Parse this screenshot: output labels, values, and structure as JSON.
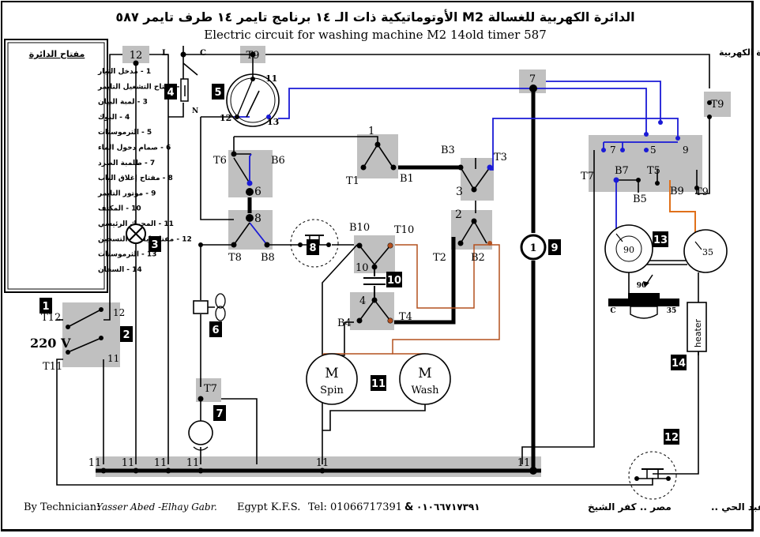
{
  "title_ar": "الدائرة الكهربية للغسالة M2 الأوتوماتيكية ذات الـ ١٤ برنامج تايمر ١٤ طرف تايمر ٥٨٧",
  "title_en": "Electric circuit for washing machine M2 14old timer 587",
  "exclusive_ar": "حصريا لصفحة : صيانة الغسالة الاتوماتيك ومعظم الأجهزة الكهربية",
  "legend": {
    "title": "مفتاح الدائرة",
    "items": [
      "1 - مدخل التيار",
      "2 - مفتاح التشغيل التايمر",
      "3 - لمبة البيان",
      "4 - البوك",
      "5 - الترموستات",
      "6 - صمام دخول الماء",
      "7 - طلمبة الطرد",
      "8 - مفتاح إغلاق الباب",
      "9 - موتور التايمر",
      "10 - المكثف",
      "11 - المحرك الرئيسي",
      "12 - مفتاح إيقاف التسخين",
      "13 - الثرموستات",
      "14 - السخان"
    ]
  },
  "labels": {
    "L": "L",
    "C": "C",
    "N": "N",
    "T9": "T9",
    "T6": "T6",
    "B6": "B6",
    "T8": "T8",
    "B8": "B8",
    "T1": "T1",
    "B1": "B1",
    "B3": "B3",
    "T3": "T3",
    "T2": "T2",
    "B2": "B2",
    "B10": "B10",
    "T10": "T10",
    "B4": "B4",
    "T4": "T4",
    "T7": "T7",
    "B7": "B7",
    "T5": "T5",
    "B5": "B5",
    "B9": "B9",
    "T12": "T12",
    "T11": "T11",
    "n1": "1",
    "n2": "2",
    "n3": "3",
    "n4": "4",
    "n5": "5",
    "n6": "6",
    "n7": "7",
    "n8": "8",
    "n9": "9",
    "n10": "10",
    "n11": "11",
    "n12": "12",
    "n13": "13",
    "v220": "220 V",
    "spin_m": "M",
    "spin": "Spin",
    "wash_m": "M",
    "wash": "Wash",
    "timer_1": "1",
    "th90": "90",
    "th35": "35",
    "th90b": "90",
    "thC": "C",
    "th35b": "35",
    "heater": "heater"
  },
  "tags": [
    "1",
    "2",
    "3",
    "4",
    "5",
    "6",
    "7",
    "8",
    "9",
    "10",
    "11",
    "12",
    "13",
    "14"
  ],
  "footer": {
    "by": "By Technician:",
    "name": "Yasser Abed -Elhay Gabr.",
    "country": "Egypt K.F.S.",
    "tel": "Tel: 01066717391",
    "amp": "&",
    "tel_ar": "٠١٠٦٦٧١٧٣٩١",
    "place_ar": "مصر .. كفر الشيخ",
    "tech_ar": "للفني : ياسر عبد الحي .."
  },
  "colors": {
    "blue": "#1a1ad6",
    "brown": "#b4501e",
    "orange": "#e0701a",
    "grey": "#c0c0c0"
  }
}
